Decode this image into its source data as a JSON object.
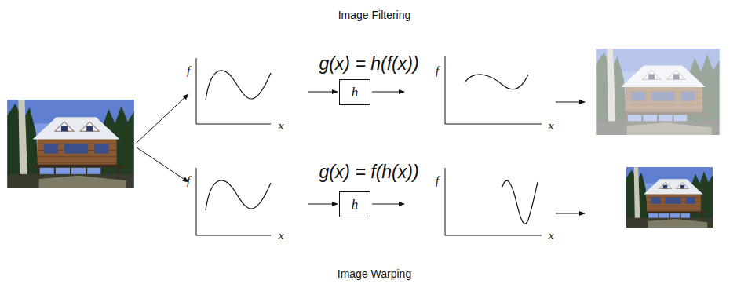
{
  "diagram": {
    "nodes": [
      {
        "text": [
          "h"
        ]
      },
      {
        "text": [
          "h"
        ]
      }
    ],
    "labels": [
      "Image Filtering",
      "g(x) = h(f(x))",
      "f",
      "x",
      "f",
      "x",
      "g(x) = f(h(x))",
      "f",
      "x",
      "f",
      "x",
      "Image Warping"
    ]
  }
}
